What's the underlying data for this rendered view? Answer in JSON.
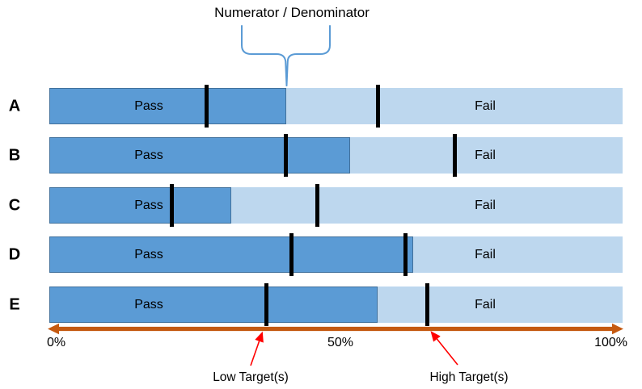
{
  "title": "Numerator / Denominator",
  "bar_labels": {
    "pass": "Pass",
    "fail": "Fail"
  },
  "axis_labels": {
    "zero": "0%",
    "fifty": "50%",
    "hundred": "100%"
  },
  "annotations": {
    "low_target": "Low Target(s)",
    "high_target": "High Target(s)"
  },
  "colors": {
    "pass_fill": "#5B9BD5",
    "pass_border": "#41719C",
    "fail_fill": "#BDD7EE",
    "tick": "#000000",
    "axis_arrow": "#C55A11",
    "target_arrow": "#FF0000",
    "brace": "#5B9BD5",
    "text": "#000000"
  },
  "chart_data": {
    "type": "bar",
    "orientation": "horizontal",
    "stacked": true,
    "title": "Numerator / Denominator",
    "categories": [
      "A",
      "B",
      "C",
      "D",
      "E"
    ],
    "series": [
      {
        "name": "Pass",
        "color": "#5B9BD5",
        "values_pct": [
          41.3,
          52.5,
          31.7,
          63.5,
          57.3
        ]
      },
      {
        "name": "Fail",
        "color": "#BDD7EE",
        "values_pct": [
          58.7,
          47.5,
          68.3,
          36.5,
          42.7
        ]
      }
    ],
    "target_markers_pct": {
      "A": [
        27.5,
        57.3
      ],
      "B": [
        41.3,
        70.7
      ],
      "C": [
        21.3,
        46.7
      ],
      "D": [
        42.2,
        62.1
      ],
      "E": [
        37.8,
        65.9
      ]
    },
    "xlim": [
      0,
      100
    ],
    "x_tick_labels": [
      "0%",
      "50%",
      "100%"
    ],
    "grid": false,
    "legend_position": "in-bar",
    "annotation_notes": "Brace labeled 'Numerator / Denominator' points to Pass/Fail boundary of bar A; red arrows point to Low Target(s) tick of bar E (~37.8%) and High Target(s) tick of bar E (~65.9%) on the 0-100% axis"
  }
}
